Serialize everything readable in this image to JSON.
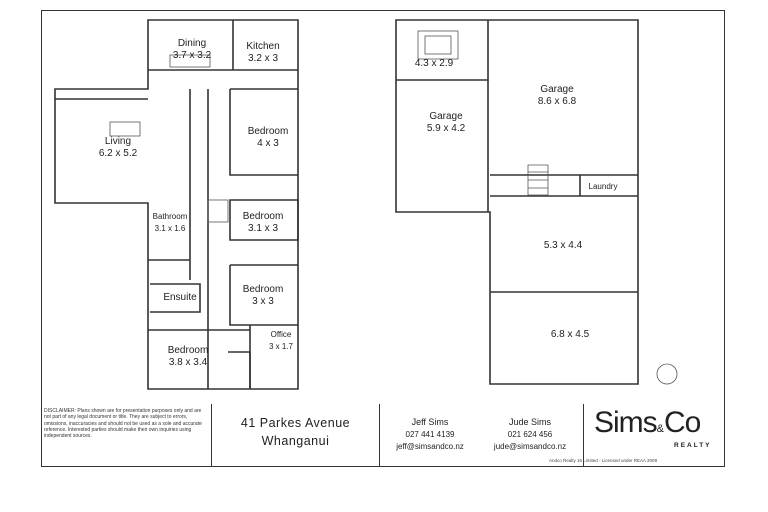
{
  "rooms": {
    "dining": {
      "name": "Dining",
      "dims": "3.7 x 3.2"
    },
    "kitchen": {
      "name": "Kitchen",
      "dims": "3.2 x 3"
    },
    "living": {
      "name": "Living",
      "dims": "6.2 x 5.2"
    },
    "bedroom1": {
      "name": "Bedroom",
      "dims": "4 x 3"
    },
    "bedroom2": {
      "name": "Bedroom",
      "dims": "3.1 x 3"
    },
    "bathroom": {
      "name": "Bathroom",
      "dims": "3.1 x 1.6"
    },
    "ensuite": {
      "name": "Ensuite"
    },
    "bedroom3": {
      "name": "Bedroom",
      "dims": "3 x 3"
    },
    "office": {
      "name": "Office",
      "dims": "3 x 1.7"
    },
    "bedroom4": {
      "name": "Bedroom",
      "dims": "3.8 x 3.4"
    },
    "lower_small": {
      "dims": "4.3 x 2.9"
    },
    "garage1": {
      "name": "Garage",
      "dims": "5.9 x 4.2"
    },
    "garage2": {
      "name": "Garage",
      "dims": "8.6 x 6.8"
    },
    "laundry": {
      "name": "Laundry"
    },
    "lower_mid": {
      "dims": "5.3 x 4.4"
    },
    "lower_bottom": {
      "dims": "6.8 x 4.5"
    }
  },
  "disclaimer": "DISCLAIMER:  Plans shown are for presentation purposes only and are not part of any legal document or title. They are subject to errors, omissions, inaccuracies and should not be used as a sole and accurate reference. Interested parties should make their own inquiries using independent sources.",
  "address": {
    "line1": "41 Parkes Avenue",
    "line2": "Whanganui"
  },
  "agents": [
    {
      "name": "Jeff Sims",
      "phone": "027 441 4139",
      "email": "jeff@simsandco.nz"
    },
    {
      "name": "Jude Sims",
      "phone": "021 624 456",
      "email": "jude@simsandco.nz"
    }
  ],
  "brand": {
    "name": "Sims",
    "amp": "&",
    "co": "Co",
    "sub": "REALTY"
  },
  "license": "Andco Realty 16 Limited - Licensed under REAA 2008",
  "colors": {
    "line": "#333333",
    "wall": "#222222"
  }
}
